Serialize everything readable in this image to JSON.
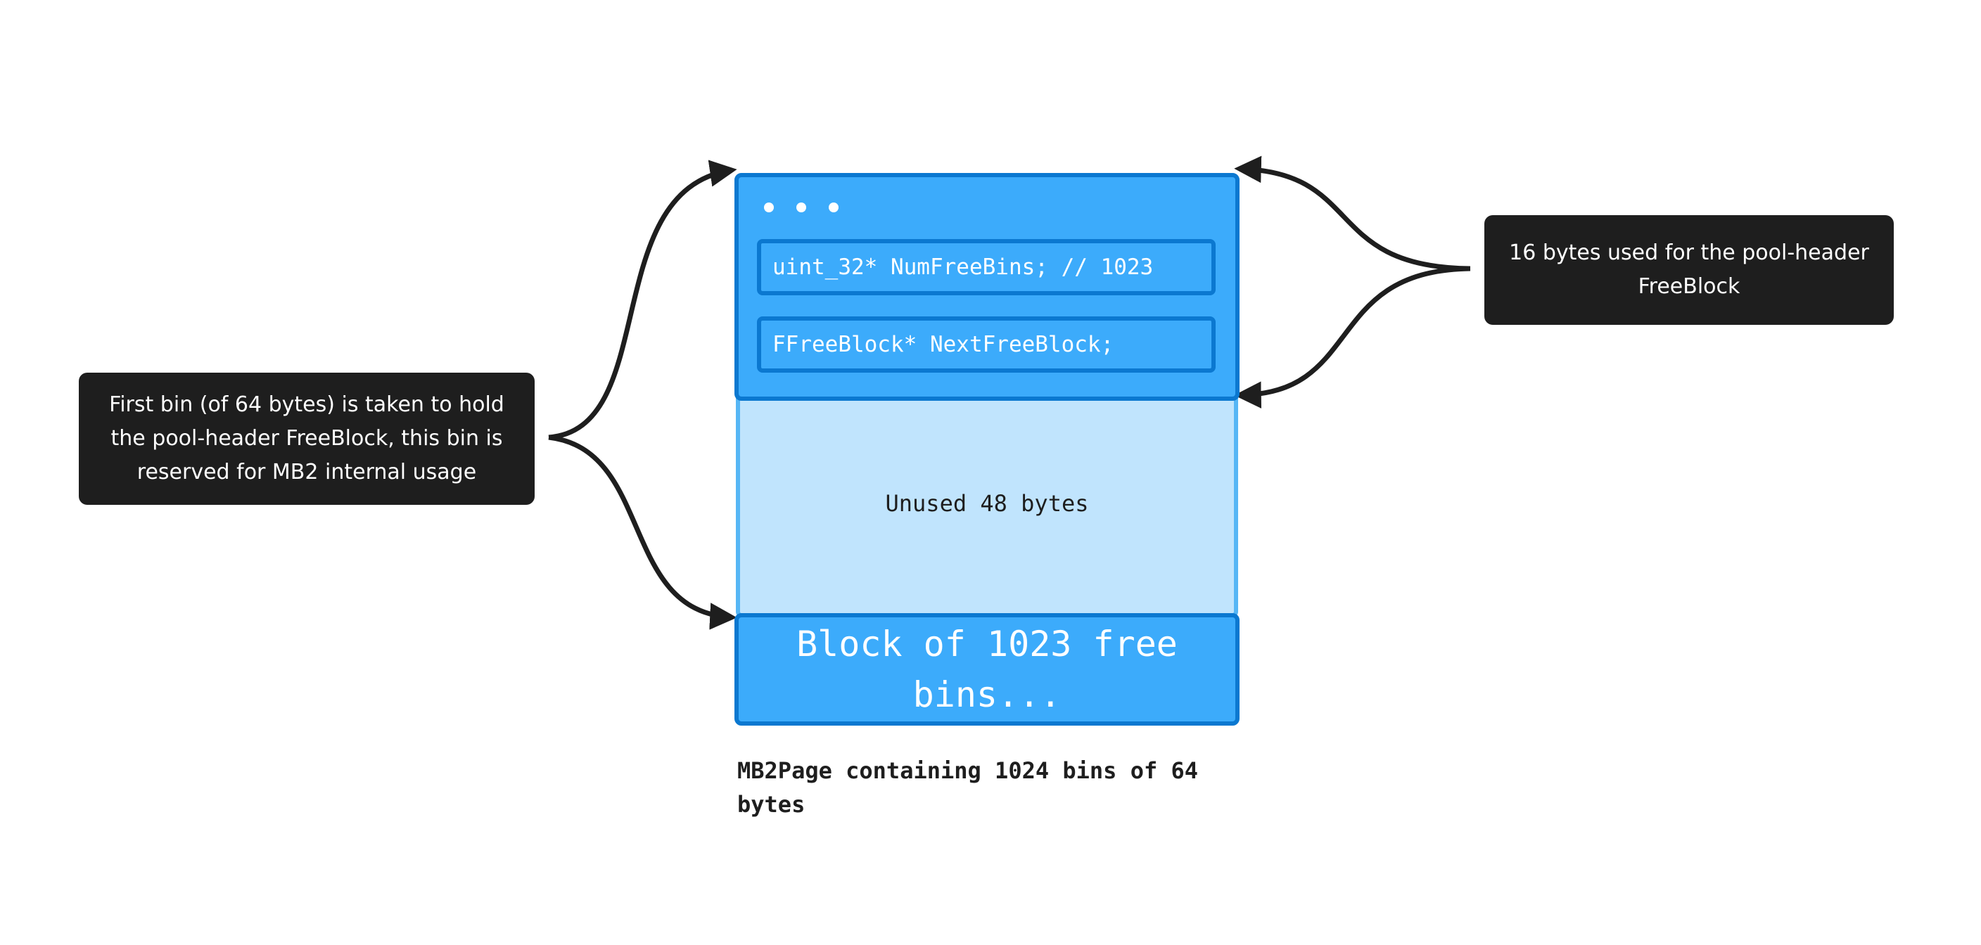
{
  "callouts": {
    "left_lines": [
      "First bin (of 64 bytes) is taken to hold",
      "the pool-header FreeBlock, this bin is",
      "reserved for MB2 internal usage"
    ],
    "right_lines": [
      "16 bytes used for the pool-header",
      "FreeBlock"
    ]
  },
  "page": {
    "fields": [
      "uint_32* NumFreeBins; // 1023",
      "FFreeBlock* NextFreeBlock;"
    ],
    "unused_label": "Unused 48 bytes",
    "free_block_lines": [
      "Block of 1023 free",
      "bins..."
    ],
    "caption_lines": [
      "MB2Page containing 1024 bins of 64",
      "bytes"
    ]
  },
  "colors": {
    "block_fill": "#3cabfb",
    "block_border": "#0b78d0",
    "unused_fill": "#c0e4fd",
    "callout_fill": "#1e1e1e",
    "arrow": "#1e1e1e"
  }
}
